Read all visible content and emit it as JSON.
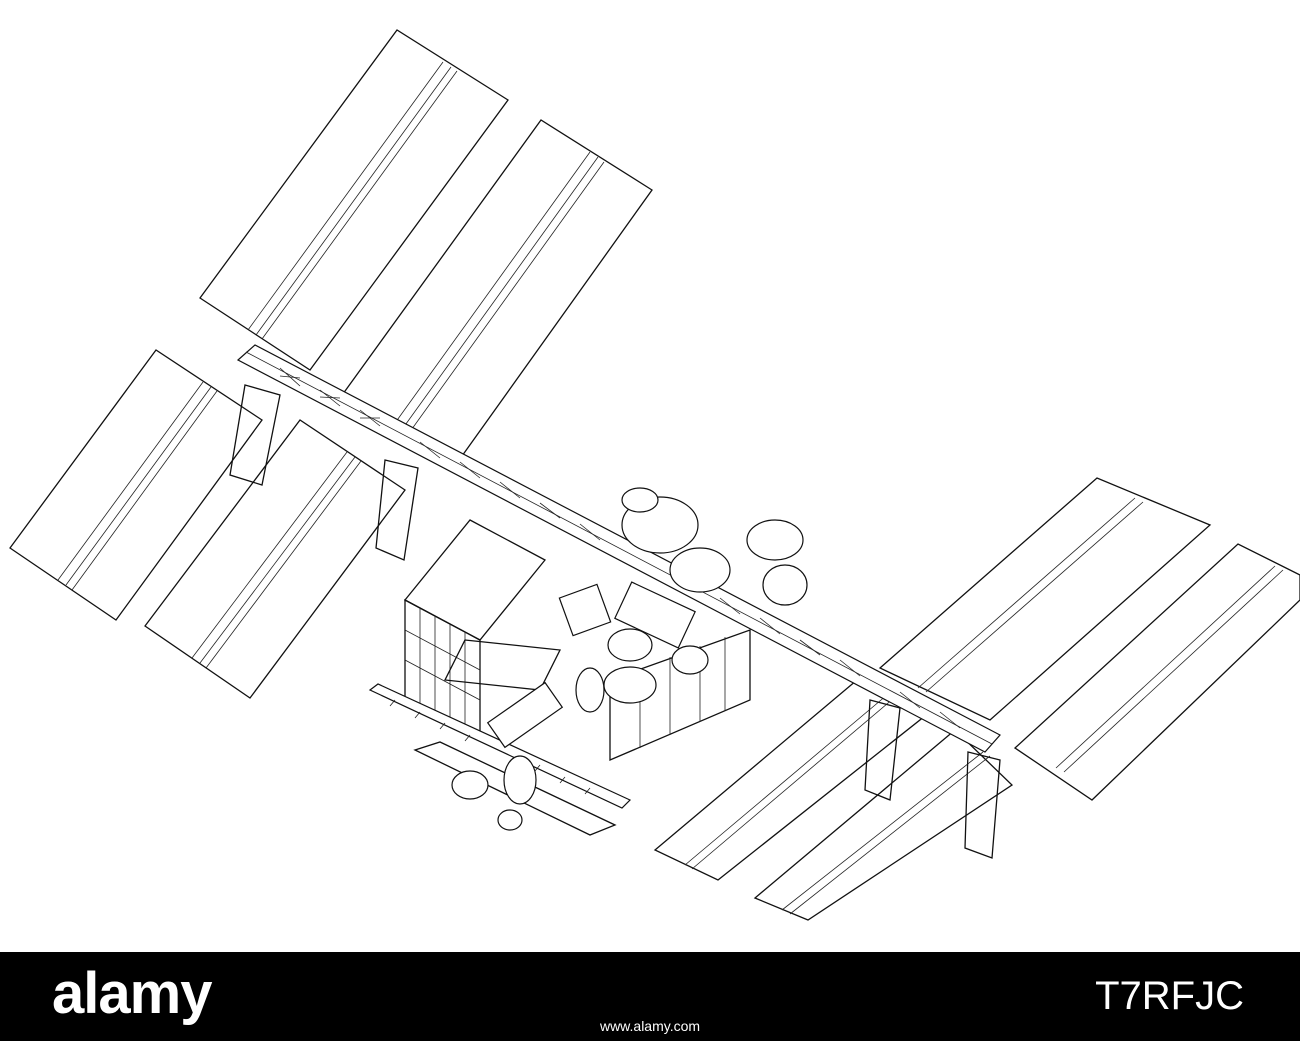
{
  "footer": {
    "brand": "alamy",
    "image_id": "T7RFJC",
    "meta_line": "www.alamy.com"
  },
  "colors": {
    "background": "#ffffff",
    "footer_bg": "#000000",
    "footer_text": "#ffffff",
    "line": "#111111"
  }
}
